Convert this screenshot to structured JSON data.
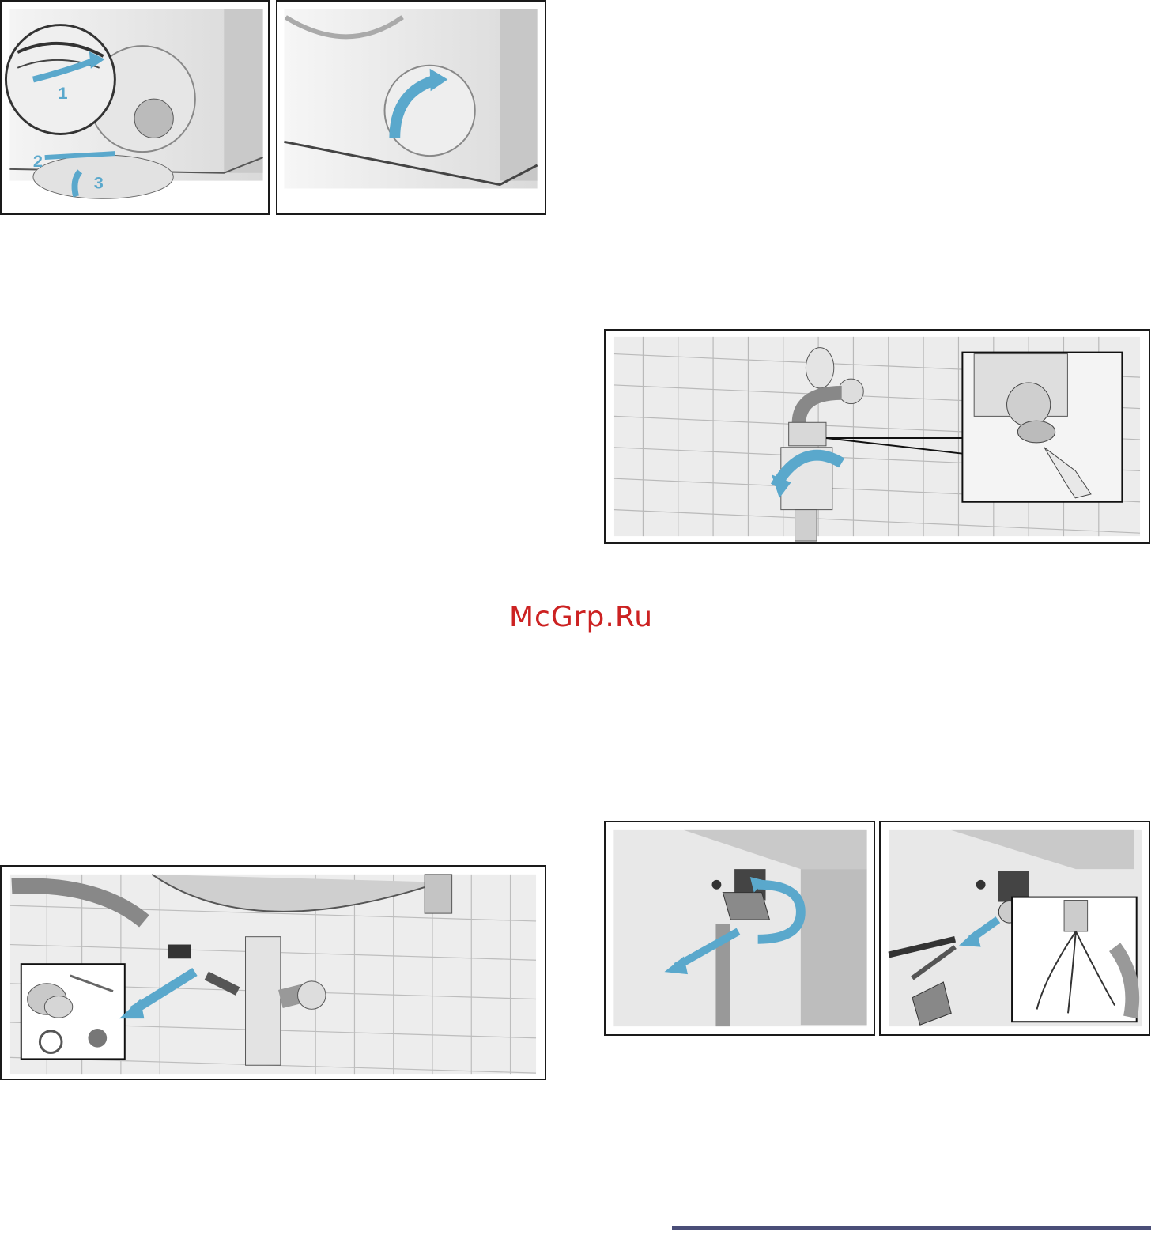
{
  "illustrations": {
    "pump_cover": {
      "steps": [
        "1",
        "2",
        "3"
      ]
    }
  },
  "watermark": {
    "text": "McGrp.Ru"
  },
  "colors": {
    "accent_arrow": "#5aa8cc",
    "watermark": "#cc2222",
    "footer_rule": "#4a4e78",
    "frame": "#1a1a1a"
  }
}
